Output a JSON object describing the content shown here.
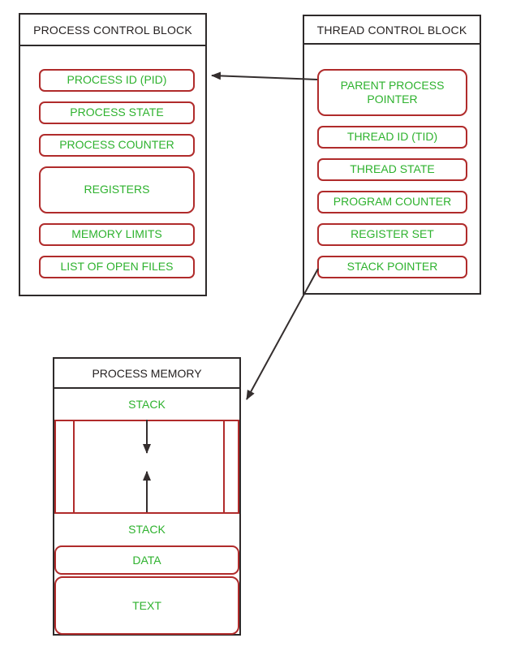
{
  "colors": {
    "frame": "#2e2a2a",
    "box_border": "#b02b2b",
    "label_green": "#2eb22e",
    "title_text": "#262222",
    "connector": "#342e2e",
    "background": "#ffffff"
  },
  "pcb": {
    "title": "PROCESS CONTROL BLOCK",
    "items": [
      "PROCESS ID (PID)",
      "PROCESS STATE",
      "PROCESS COUNTER",
      "REGISTERS",
      "MEMORY LIMITS",
      "LIST OF OPEN FILES"
    ]
  },
  "tcb": {
    "title": "THREAD CONTROL BLOCK",
    "items": [
      "PARENT PROCESS POINTER",
      "THREAD ID (TID)",
      "THREAD STATE",
      "PROGRAM COUNTER",
      "REGISTER SET",
      "STACK POINTER"
    ]
  },
  "memory": {
    "title": "PROCESS MEMORY",
    "stack_top": "STACK",
    "stack_bottom": "STACK",
    "data": "DATA",
    "text": "TEXT"
  }
}
